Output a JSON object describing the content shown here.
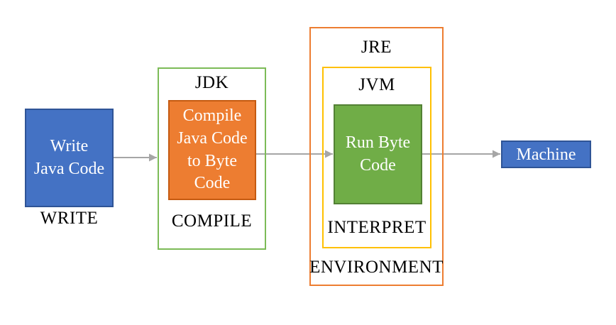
{
  "diagram": {
    "description": "Java program lifecycle: write, compile (JDK), interpret (JVM inside JRE), run on machine"
  },
  "nodes": {
    "write": {
      "label": "Write\nJava Code",
      "caption": "WRITE",
      "fill": "#4472C4",
      "border": "#2F5496"
    },
    "jdk": {
      "title": "JDK",
      "caption": "COMPILE",
      "border": "#7CBB57"
    },
    "compile": {
      "label": "Compile\nJava Code\nto Byte\nCode",
      "fill": "#ED7D31",
      "border": "#C55A11"
    },
    "jre": {
      "title": "JRE",
      "caption": "ENVIRONMENT",
      "border": "#ED7D31"
    },
    "jvm": {
      "title": "JVM",
      "caption": "INTERPRET",
      "border": "#FFC000"
    },
    "run": {
      "label": "Run Byte\nCode",
      "fill": "#70AD47",
      "border": "#538135"
    },
    "machine": {
      "label": "Machine",
      "fill": "#4472C4",
      "border": "#2F5496"
    }
  },
  "arrows": {
    "color": "#A6A6A6"
  }
}
